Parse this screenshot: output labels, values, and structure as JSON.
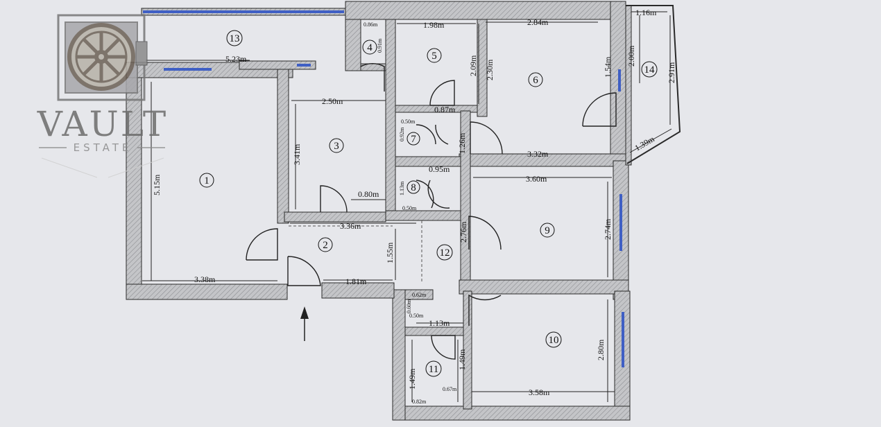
{
  "logo": {
    "brand": "VAULT",
    "tagline": "ESTATE"
  },
  "rooms": [
    {
      "id": "r1",
      "label": "1"
    },
    {
      "id": "r2",
      "label": "2"
    },
    {
      "id": "r3",
      "label": "3"
    },
    {
      "id": "r4",
      "label": "4"
    },
    {
      "id": "r5",
      "label": "5"
    },
    {
      "id": "r6",
      "label": "6"
    },
    {
      "id": "r7",
      "label": "7"
    },
    {
      "id": "r8",
      "label": "8"
    },
    {
      "id": "r9",
      "label": "9"
    },
    {
      "id": "r10",
      "label": "10"
    },
    {
      "id": "r11",
      "label": "11"
    },
    {
      "id": "r12",
      "label": "12"
    },
    {
      "id": "r13",
      "label": "13"
    },
    {
      "id": "r14",
      "label": "14"
    }
  ],
  "dimensions": {
    "balcony_13_width": "5.23m",
    "room1_height": "5.15m",
    "room1_width": "3.38m",
    "room3_width": "2.50m",
    "room3_height": "3.41m",
    "room3_door": "0.80m",
    "hall_width": "3.36m",
    "hall_depth": "1.55m",
    "entrance_width": "1.81m",
    "room4_w": "0.86m",
    "room4_h": "0.91m",
    "room5_width": "1.98m",
    "room5_height": "2.09m",
    "room5_door": "0.87m",
    "wall_230": "2.30m",
    "room6_width": "2.84m",
    "room6_inner": "1.54m",
    "room6_bottom": "3.32m",
    "room7_top": "0.50m",
    "room7_side": "0.92m",
    "room7_height": "1.26m",
    "room8_width": "0.95m",
    "room8_side": "1.13m",
    "room8_bottom": "0.50m",
    "room9_width": "3.60m",
    "room9_height": "2.74m",
    "corridor_height": "2.76m",
    "room10_width": "3.58m",
    "room10_height": "2.80m",
    "room11_width": "1.13m",
    "room11_h_left": "1.49m",
    "room11_h_right": "1.49m",
    "room11_bottom": "0.67m",
    "room11_bl": "0.82m",
    "room11_small1": "0.62m",
    "room11_small2": "0.60m",
    "room11_small3": "0.50m",
    "balcony14_width": "1.16m",
    "balcony14_h1": "2.00m",
    "balcony14_h2": "2.91m",
    "balcony14_diag": "1.39m"
  },
  "colors": {
    "background": "#e6e7eb",
    "wall_fill": "#b9babd",
    "window": "#3f5fc4",
    "line": "#222222"
  }
}
